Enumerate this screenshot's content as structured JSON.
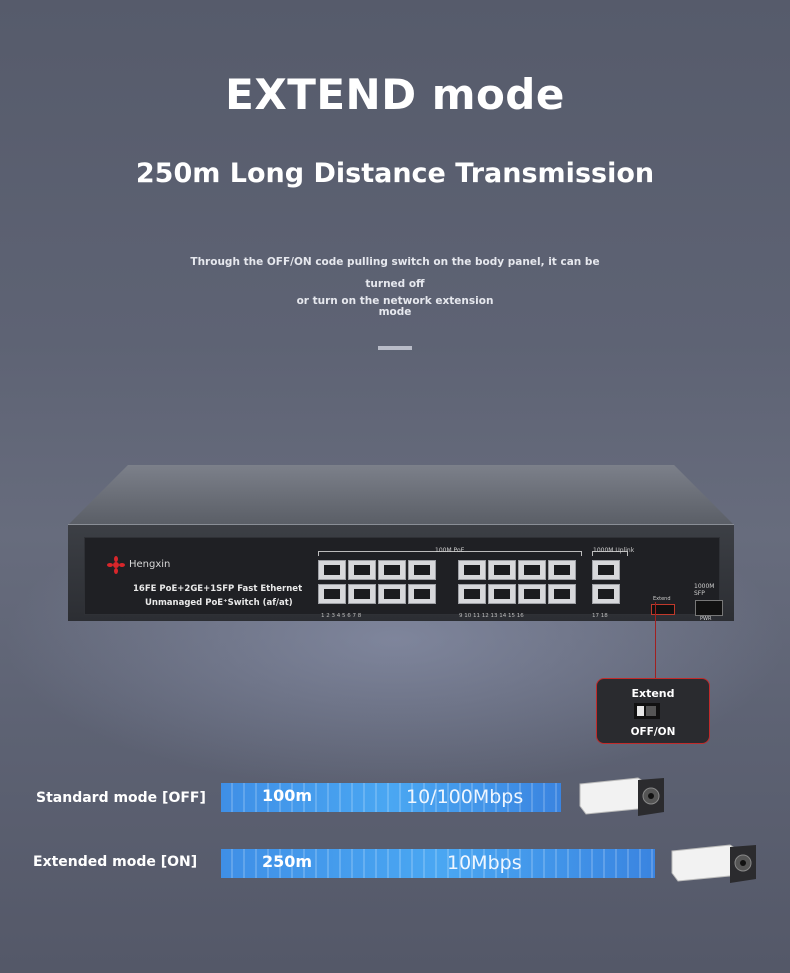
{
  "header": {
    "title": "EXTEND mode",
    "subtitle": "250m Long Distance Transmission",
    "description_line1": "Through the OFF/ON code pulling switch on the body panel, it can be turned off",
    "description_line2": "or turn on the network extension",
    "description_line3": "mode"
  },
  "switch": {
    "brand": "Hengxin",
    "model_line1": "16FE PoE+2GE+1SFP Fast Ethernet",
    "model_line2": "Unmanaged PoE⁺Switch (af/at)",
    "poe_label": "100M PoE",
    "uplink_label": "1000M Uplink",
    "sfp_label": "1000M  SFP",
    "extend_small": "Extend",
    "pwr_label": "PWR",
    "ports_a": "1   2   3   4   5   6   7   8",
    "ports_b": "9   10  11  12  13  14  15  16",
    "ports_c": "17   18"
  },
  "callout": {
    "label": "Extend",
    "state": "OFF/ON"
  },
  "modes": [
    {
      "label": "Standard mode [OFF]",
      "distance": "100m",
      "rate": "10/100Mbps"
    },
    {
      "label": "Extended mode [ON]",
      "distance": "250m",
      "rate": "10Mbps"
    }
  ],
  "colors": {
    "bar": "#4aa7f2",
    "accent_red": "#c12b2b",
    "background": "#5e6374"
  },
  "icons": [
    "logo-icon",
    "camera-icon"
  ]
}
